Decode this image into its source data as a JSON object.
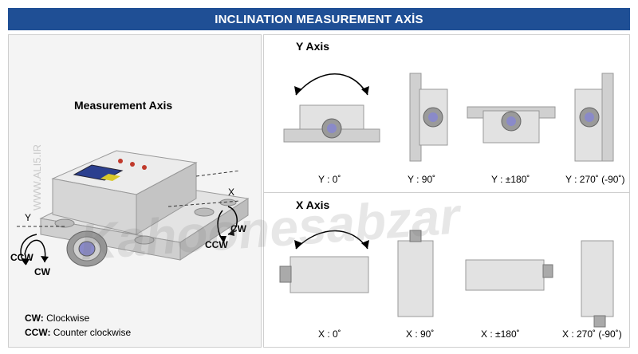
{
  "title": "INCLINATION MEASUREMENT AXİS",
  "colors": {
    "title_bg": "#1f4f95",
    "title_text": "#ffffff",
    "arrow": "#000000",
    "device": "#d9d9d9"
  },
  "left_panel": {
    "heading": "Measurement Axis",
    "axis_labels": {
      "y": "Y",
      "x": "X",
      "cw_left": "CW",
      "ccw_left": "CCW",
      "cw_right": "CW",
      "ccw_right": "CCW"
    },
    "legend": [
      {
        "key": "CW:",
        "text": " Clockwise"
      },
      {
        "key": "CCW:",
        "text": " Counter clockwise"
      }
    ],
    "watermark_side": "WWW.ALI5.IR"
  },
  "y_axis": {
    "heading": "Y Axis",
    "labels": [
      "Y : 0˚",
      "Y : 90˚",
      "Y : ±180˚",
      "Y : 270˚ (-90˚)"
    ]
  },
  "x_axis": {
    "heading": "X Axis",
    "labels": [
      "X : 0˚",
      "X : 90˚",
      "X : ±180˚",
      "X : 270˚ (-90˚)"
    ]
  },
  "watermark": "Kahoonesabzar"
}
